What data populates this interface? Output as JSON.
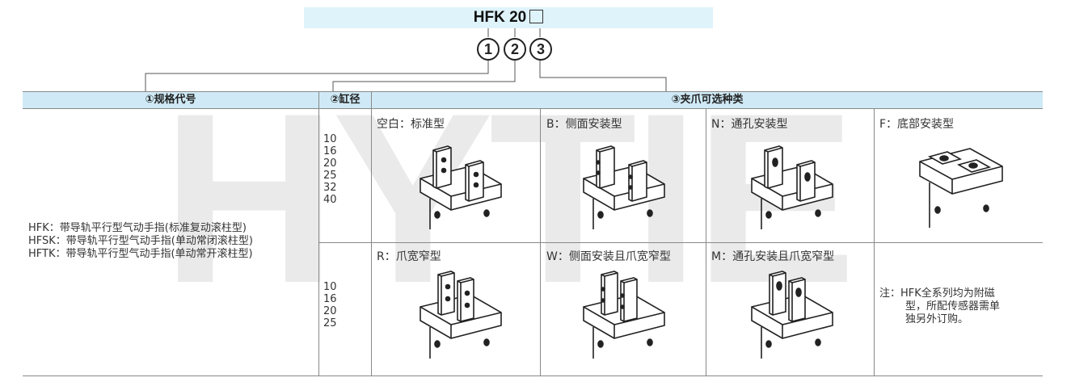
{
  "watermark": "HYTIE",
  "title": {
    "model": "HFK 20"
  },
  "markers": [
    "1",
    "2",
    "3"
  ],
  "headers": {
    "spec": "①规格代号",
    "bore": "②缸径",
    "jaw": "③夹爪可选种类"
  },
  "bore_sizes": {
    "group1": [
      "10",
      "16",
      "20",
      "25",
      "32",
      "40"
    ],
    "group2": [
      "10",
      "16",
      "20",
      "25"
    ]
  },
  "descriptions": [
    "HFK：带导轨平行型气动手指(标准复动滚柱型)",
    "HFSK：带导轨平行型气动手指(单动常闭滚柱型)",
    "HFTK：带导轨平行型气动手指(单动常开滚柱型)"
  ],
  "jaw_types": [
    {
      "label": "空白：标准型",
      "icon": "standard-gripper-drawing"
    },
    {
      "label": "B：侧面安装型",
      "icon": "side-mount-gripper-drawing"
    },
    {
      "label": "N：通孔安装型",
      "icon": "through-hole-gripper-drawing"
    },
    {
      "label": "F：底部安装型",
      "icon": "bottom-mount-gripper-drawing"
    },
    {
      "label": "R：爪宽窄型",
      "icon": "narrow-jaw-gripper-drawing"
    },
    {
      "label": "W：侧面安装且爪宽窄型",
      "icon": "side-mount-narrow-gripper-drawing"
    },
    {
      "label": "M：通孔安装且爪宽窄型",
      "icon": "through-hole-narrow-gripper-drawing"
    }
  ],
  "note": {
    "line1": "注：HFK全系列均为附磁",
    "line2": "型，所配传感器需单",
    "line3": "独另外订购。"
  }
}
